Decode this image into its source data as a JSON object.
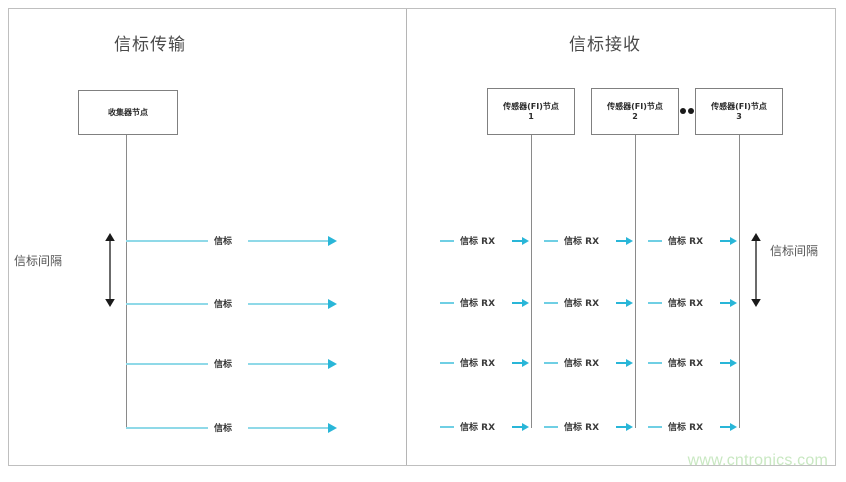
{
  "diagram": {
    "watermark": "www.cntronics.com",
    "colors": {
      "beacon_line": "#8fd9e8",
      "arrow": "#29b6d8",
      "box_border": "#808080",
      "lifeline": "#8a8a8a",
      "frame": "#bfbfbf",
      "title_text": "#4a4a4a",
      "watermark_text": "#c9e8c2"
    }
  },
  "left_panel": {
    "title": "信标传输",
    "node": {
      "label": "收集器节点"
    },
    "interval": {
      "label": "信标间隔"
    },
    "rows": [
      {
        "label": "信标"
      },
      {
        "label": "信标"
      },
      {
        "label": "信标"
      },
      {
        "label": "信标"
      }
    ]
  },
  "right_panel": {
    "title": "信标接收",
    "ellipsis": "..",
    "nodes": [
      {
        "label": "传感器(FI)节点",
        "index": "1"
      },
      {
        "label": "传感器(FI)节点",
        "index": "2"
      },
      {
        "label": "传感器(FI)节点",
        "index": "3"
      }
    ],
    "interval": {
      "label": "信标间隔"
    },
    "rows": [
      {
        "cells": [
          {
            "label": "信标 RX"
          },
          {
            "label": "信标 RX"
          },
          {
            "label": "信标 RX"
          }
        ]
      },
      {
        "cells": [
          {
            "label": "信标 RX"
          },
          {
            "label": "信标 RX"
          },
          {
            "label": "信标 RX"
          }
        ]
      },
      {
        "cells": [
          {
            "label": "信标 RX"
          },
          {
            "label": "信标 RX"
          },
          {
            "label": "信标 RX"
          }
        ]
      },
      {
        "cells": [
          {
            "label": "信标 RX"
          },
          {
            "label": "信标 RX"
          },
          {
            "label": "信标 RX"
          }
        ]
      }
    ]
  }
}
